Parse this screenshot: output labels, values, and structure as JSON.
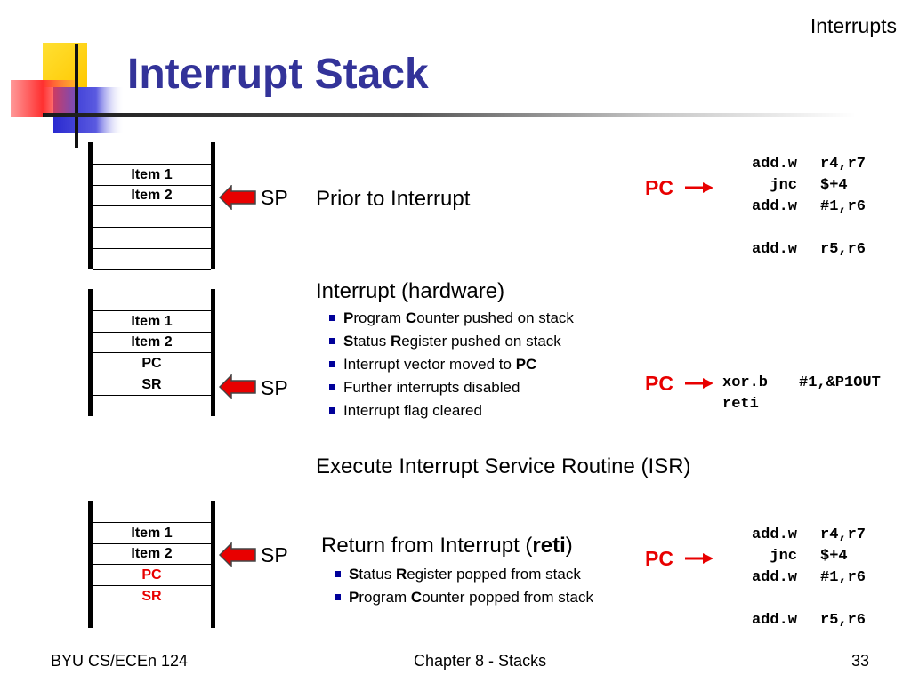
{
  "header": {
    "section": "Interrupts",
    "title": "Interrupt Stack"
  },
  "panel1": {
    "stack": [
      {
        "text": "Item 1",
        "highlight": false
      },
      {
        "text": "Item 2",
        "highlight": false
      },
      {
        "text": "",
        "highlight": false
      },
      {
        "text": "",
        "highlight": false
      },
      {
        "text": "",
        "highlight": false
      }
    ],
    "sp_label": "SP",
    "heading": "Prior to Interrupt",
    "pc_label": "PC",
    "code": [
      {
        "op": "add.w",
        "args": "r4,r7"
      },
      {
        "op": "jnc",
        "args": "$+4"
      },
      {
        "op": "add.w",
        "args": "#1,r6"
      },
      {
        "op": "",
        "args": ""
      },
      {
        "op": "add.w",
        "args": "r5,r6"
      }
    ]
  },
  "panel2": {
    "stack": [
      {
        "text": "Item 1",
        "highlight": false
      },
      {
        "text": "Item 2",
        "highlight": false
      },
      {
        "text": "PC",
        "highlight": false
      },
      {
        "text": "SR",
        "highlight": false
      }
    ],
    "sp_label": "SP",
    "heading": "Interrupt (hardware)",
    "bullets": [
      {
        "b1": "P",
        "t1": "rogram ",
        "b2": "C",
        "t2": "ounter pushed on stack"
      },
      {
        "b1": "S",
        "t1": "tatus ",
        "b2": "R",
        "t2": "egister pushed on stack"
      },
      {
        "b1": "",
        "t1": "Interrupt vector moved to ",
        "b2": "PC",
        "t2": ""
      },
      {
        "b1": "",
        "t1": "Further interrupts disabled",
        "b2": "",
        "t2": ""
      },
      {
        "b1": "",
        "t1": "Interrupt flag cleared",
        "b2": "",
        "t2": ""
      }
    ],
    "pc_label": "PC",
    "code": [
      {
        "op": "xor.b",
        "args": "#1,&P1OUT"
      },
      {
        "op": "reti",
        "args": ""
      }
    ]
  },
  "isr_heading": "Execute Interrupt Service Routine (ISR)",
  "panel3": {
    "stack": [
      {
        "text": "Item 1",
        "highlight": false
      },
      {
        "text": "Item 2",
        "highlight": false
      },
      {
        "text": "PC",
        "highlight": true
      },
      {
        "text": "SR",
        "highlight": true
      }
    ],
    "sp_label": "SP",
    "heading_pre": "Return from Interrupt (",
    "heading_bold": "reti",
    "heading_post": ")",
    "bullets": [
      {
        "b1": "S",
        "t1": "tatus ",
        "b2": "R",
        "t2": "egister popped from stack"
      },
      {
        "b1": "P",
        "t1": "rogram ",
        "b2": "C",
        "t2": "ounter popped from stack"
      }
    ],
    "pc_label": "PC",
    "code": [
      {
        "op": "add.w",
        "args": "r4,r7"
      },
      {
        "op": "jnc",
        "args": "$+4"
      },
      {
        "op": "add.w",
        "args": "#1,r6"
      },
      {
        "op": "",
        "args": ""
      },
      {
        "op": "add.w",
        "args": "r5,r6"
      }
    ]
  },
  "footer": {
    "left": "BYU CS/ECEn 124",
    "center": "Chapter 8 - Stacks",
    "page": "33"
  },
  "colors": {
    "title": "#333399",
    "accent_red": "#e80000",
    "bullet": "#000099",
    "deco_yellow": "#ffd700",
    "deco_blue": "#3b3bd0",
    "deco_red": "#ff4040"
  }
}
